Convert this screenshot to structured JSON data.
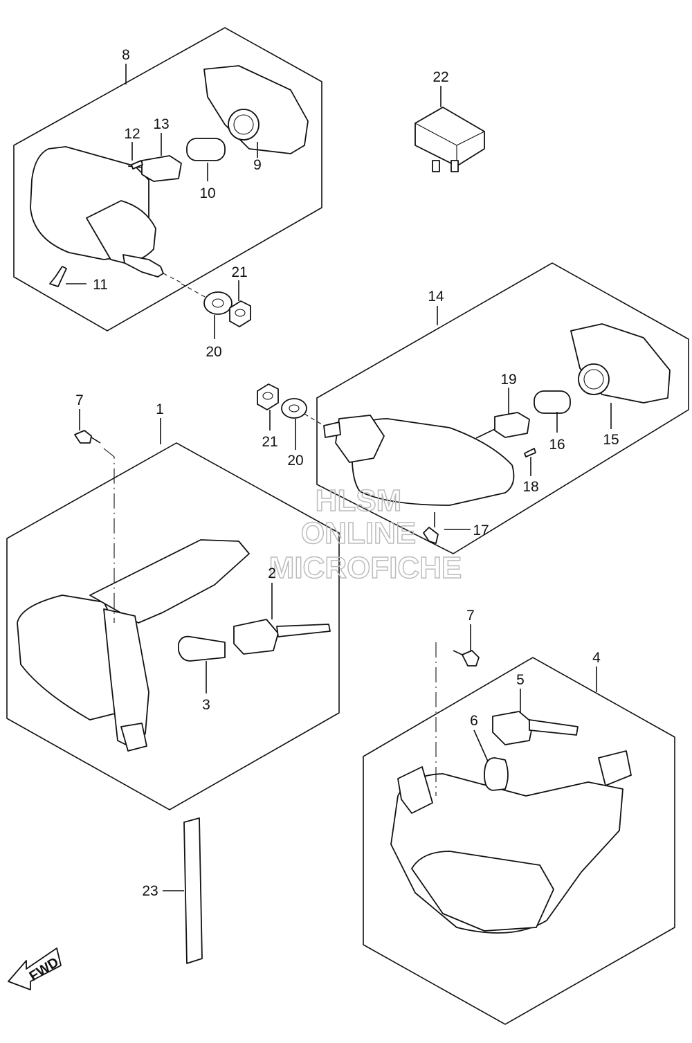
{
  "watermark": {
    "line1": "HLSM",
    "line2": "ONLINE",
    "line3": "MICROFICHE"
  },
  "direction_label": "FWD",
  "callouts": {
    "c1": "1",
    "c2": "2",
    "c3": "3",
    "c4": "4",
    "c5": "5",
    "c6": "6",
    "c7a": "7",
    "c7b": "7",
    "c8": "8",
    "c9": "9",
    "c10": "10",
    "c11": "11",
    "c12": "12",
    "c13": "13",
    "c14": "14",
    "c15": "15",
    "c16": "16",
    "c17": "17",
    "c18": "18",
    "c19": "19",
    "c20a": "20",
    "c20b": "20",
    "c21a": "21",
    "c21b": "21",
    "c22": "22",
    "c23": "23"
  },
  "colors": {
    "line": "#111111",
    "watermark": "#bbbbbb"
  }
}
